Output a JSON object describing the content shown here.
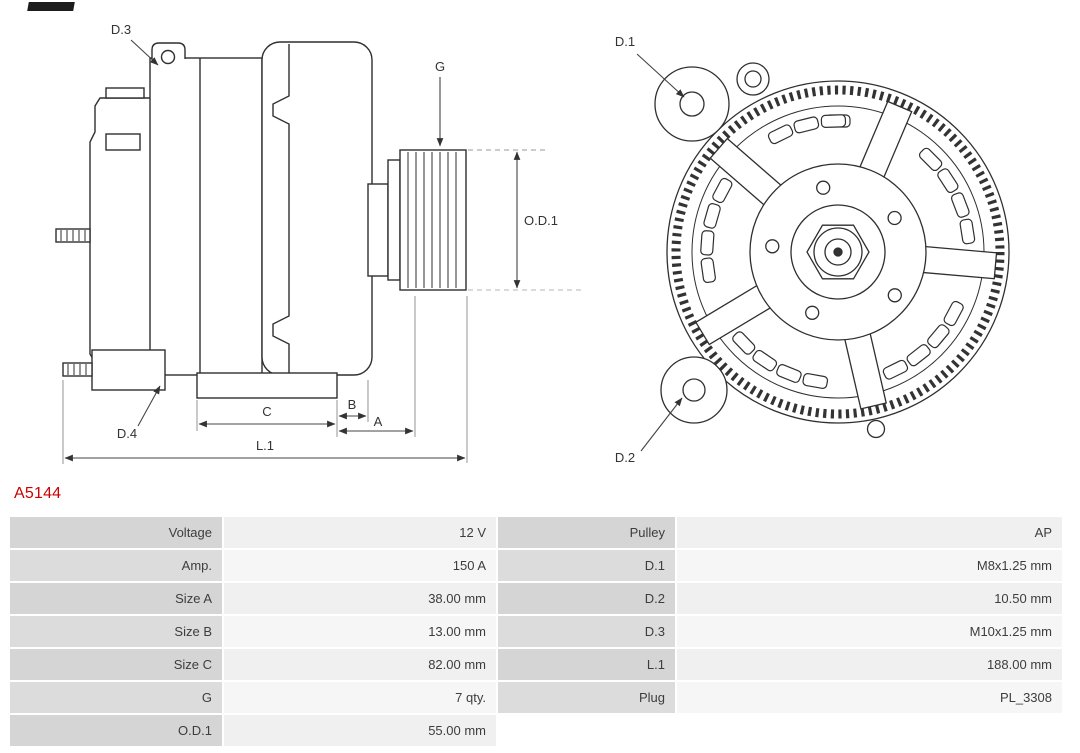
{
  "branding": {
    "note": "partial logo mark, top-left corner"
  },
  "part_number": {
    "text": "A5144",
    "color": "#cc0000"
  },
  "drawing": {
    "side_view": {
      "labels": {
        "d3": "D.3",
        "g": "G",
        "od1": "O.D.1",
        "d4": "D.4",
        "c": "C",
        "b": "B",
        "a": "A",
        "l1": "L.1"
      }
    },
    "front_view": {
      "labels": {
        "d1": "D.1",
        "d2": "D.2"
      }
    }
  },
  "spec_table": {
    "rows": [
      {
        "left_label": "Voltage",
        "left_value": "12 V",
        "right_label": "Pulley",
        "right_value": "AP"
      },
      {
        "left_label": "Amp.",
        "left_value": "150 A",
        "right_label": "D.1",
        "right_value": "M8x1.25 mm"
      },
      {
        "left_label": "Size A",
        "left_value": "38.00 mm",
        "right_label": "D.2",
        "right_value": "10.50 mm"
      },
      {
        "left_label": "Size B",
        "left_value": "13.00 mm",
        "right_label": "D.3",
        "right_value": "M10x1.25 mm"
      },
      {
        "left_label": "Size C",
        "left_value": "82.00 mm",
        "right_label": "L.1",
        "right_value": "188.00 mm"
      },
      {
        "left_label": "G",
        "left_value": "7 qty.",
        "right_label": "Plug",
        "right_value": "PL_3308"
      },
      {
        "left_label": "O.D.1",
        "left_value": "55.00 mm",
        "right_label": "",
        "right_value": ""
      }
    ]
  }
}
